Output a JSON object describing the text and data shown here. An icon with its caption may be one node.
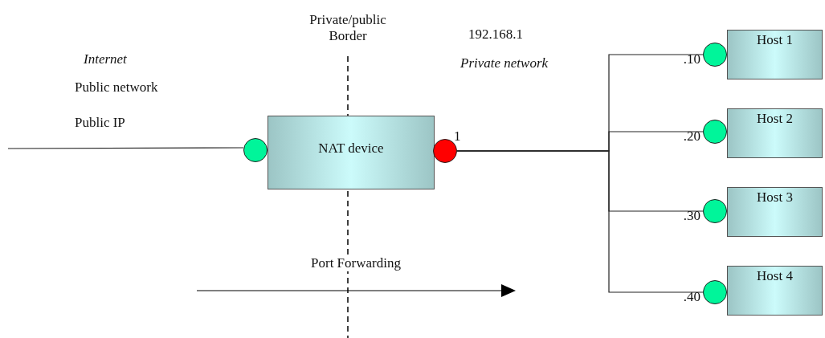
{
  "diagram": {
    "nodes": [
      {
        "text": [
          "NAT device"
        ]
      },
      {
        "text": [],
        "shape": "circle"
      },
      {
        "text": [],
        "shape": "circle",
        "beside": [
          "1"
        ]
      },
      {
        "text": [
          "Host 1"
        ]
      },
      {
        "text": [
          "Host 2"
        ]
      },
      {
        "text": [
          "Host 3"
        ]
      },
      {
        "text": [
          "Host 4"
        ]
      },
      {
        "text": [],
        "shape": "circle",
        "beside": [
          ".10"
        ]
      },
      {
        "text": [],
        "shape": "circle",
        "beside": [
          ".20"
        ]
      },
      {
        "text": [],
        "shape": "circle",
        "beside": [
          ".30"
        ]
      },
      {
        "text": [],
        "shape": "circle",
        "beside": [
          ".40"
        ]
      }
    ],
    "edges": [
      {
        "from": null,
        "to": 1,
        "arrow": "none"
      },
      {
        "from": 2,
        "to": 7,
        "arrow": "none"
      },
      {
        "from": 2,
        "to": 8,
        "arrow": "none"
      },
      {
        "from": 2,
        "to": 9,
        "arrow": "none"
      },
      {
        "from": 2,
        "to": 10,
        "arrow": "none"
      }
    ],
    "labels": [
      "Private/public Border",
      "192.168.1",
      "Internet",
      "Private network",
      "Public network",
      "Public IP",
      "Port Forwarding"
    ]
  }
}
